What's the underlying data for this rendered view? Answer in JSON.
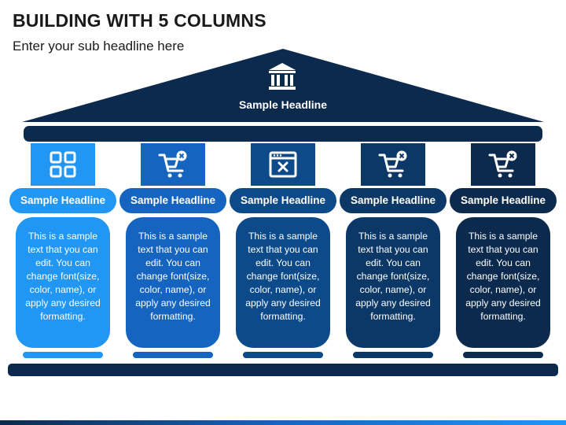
{
  "header": {
    "title": "BUILDING WITH 5 COLUMNS",
    "subtitle": "Enter your sub headline here"
  },
  "roof": {
    "label": "Sample Headline",
    "icon": "bank-building-icon",
    "color": "#0b2a4e"
  },
  "columns": [
    {
      "headline": "Sample Headline",
      "icon": "grid-apps-icon",
      "color": "#2196f3",
      "text": "This is a sample text that you can edit. You can change font(size, color, name), or apply any desired formatting."
    },
    {
      "headline": "Sample Headline",
      "icon": "cart-remove-icon",
      "color": "#1565c0",
      "text": "This is a sample text that you can edit. You can change font(size, color, name), or apply any desired formatting."
    },
    {
      "headline": "Sample Headline",
      "icon": "window-close-icon",
      "color": "#0d4a8a",
      "text": "This is a sample text that you can edit. You can change font(size, color, name), or apply any desired formatting."
    },
    {
      "headline": "Sample Headline",
      "icon": "cart-remove-icon",
      "color": "#0b3866",
      "text": "This is a sample text that you can edit. You can change font(size, color, name), or apply any desired formatting."
    },
    {
      "headline": "Sample Headline",
      "icon": "cart-remove-icon",
      "color": "#0b2a4e",
      "text": "This is a sample text that you can edit. You can change font(size, color, name), or apply any desired formatting."
    }
  ]
}
